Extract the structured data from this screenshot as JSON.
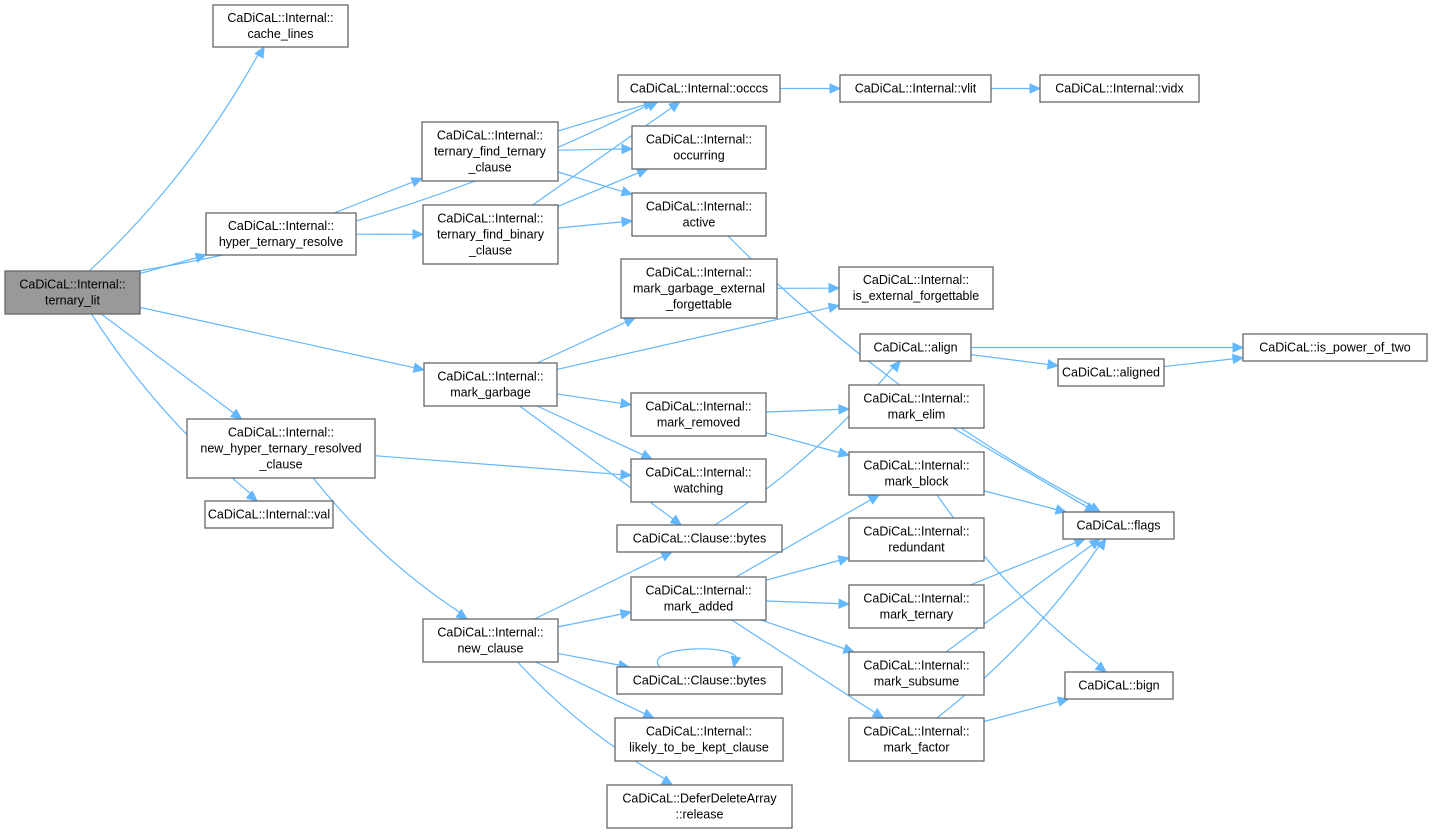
{
  "diagram": {
    "type": "call-graph",
    "colors": {
      "edge": "#63b8ff",
      "root_fill": "#999999",
      "node_border": "#666666",
      "node_fill": "#ffffff"
    },
    "nodes": [
      {
        "id": "ternary_lit",
        "lines": [
          "CaDiCaL::Internal::",
          "ternary_lit"
        ],
        "root": true
      },
      {
        "id": "cache_lines",
        "lines": [
          "CaDiCaL::Internal::",
          "cache_lines"
        ]
      },
      {
        "id": "occs",
        "lines": [
          "CaDiCaL::Internal::occcs"
        ]
      },
      {
        "id": "vlit",
        "lines": [
          "CaDiCaL::Internal::vlit"
        ]
      },
      {
        "id": "vidx",
        "lines": [
          "CaDiCaL::Internal::vidx"
        ]
      },
      {
        "id": "hyper_ternary_resolve",
        "lines": [
          "CaDiCaL::Internal::",
          "hyper_ternary_resolve"
        ]
      },
      {
        "id": "ternary_find_ternary_clause",
        "lines": [
          "CaDiCaL::Internal::",
          "ternary_find_ternary",
          "_clause"
        ]
      },
      {
        "id": "ternary_find_binary_clause",
        "lines": [
          "CaDiCaL::Internal::",
          "ternary_find_binary",
          "_clause"
        ]
      },
      {
        "id": "occurring",
        "lines": [
          "CaDiCaL::Internal::",
          "occurring"
        ]
      },
      {
        "id": "active",
        "lines": [
          "CaDiCaL::Internal::",
          "active"
        ]
      },
      {
        "id": "mark_garbage_external_forgettable",
        "lines": [
          "CaDiCaL::Internal::",
          "mark_garbage_external",
          "_forgettable"
        ]
      },
      {
        "id": "is_external_forgettable",
        "lines": [
          "CaDiCaL::Internal::",
          "is_external_forgettable"
        ]
      },
      {
        "id": "mark_garbage",
        "lines": [
          "CaDiCaL::Internal::",
          "mark_garbage"
        ]
      },
      {
        "id": "align",
        "lines": [
          "CaDiCaL::align"
        ]
      },
      {
        "id": "is_power_of_two",
        "lines": [
          "CaDiCaL::is_power_of_two"
        ]
      },
      {
        "id": "aligned",
        "lines": [
          "CaDiCaL::aligned"
        ]
      },
      {
        "id": "mark_removed",
        "lines": [
          "CaDiCaL::Internal::",
          "mark_removed"
        ]
      },
      {
        "id": "mark_elim",
        "lines": [
          "CaDiCaL::Internal::",
          "mark_elim"
        ]
      },
      {
        "id": "new_hyper_ternary_resolved_clause",
        "lines": [
          "CaDiCaL::Internal::",
          "new_hyper_ternary_resolved",
          "_clause"
        ]
      },
      {
        "id": "watching",
        "lines": [
          "CaDiCaL::Internal::",
          "watching"
        ]
      },
      {
        "id": "mark_block",
        "lines": [
          "CaDiCaL::Internal::",
          "mark_block"
        ]
      },
      {
        "id": "val",
        "lines": [
          "CaDiCaL::Internal::val"
        ]
      },
      {
        "id": "flags",
        "lines": [
          "CaDiCaL::flags"
        ]
      },
      {
        "id": "clause_bytes_1",
        "lines": [
          "CaDiCaL::Clause::bytes"
        ]
      },
      {
        "id": "redundant",
        "lines": [
          "CaDiCaL::Internal::",
          "redundant"
        ]
      },
      {
        "id": "mark_added",
        "lines": [
          "CaDiCaL::Internal::",
          "mark_added"
        ]
      },
      {
        "id": "mark_ternary",
        "lines": [
          "CaDiCaL::Internal::",
          "mark_ternary"
        ]
      },
      {
        "id": "new_clause",
        "lines": [
          "CaDiCaL::Internal::",
          "new_clause"
        ]
      },
      {
        "id": "mark_subsume",
        "lines": [
          "CaDiCaL::Internal::",
          "mark_subsume"
        ]
      },
      {
        "id": "clause_bytes_2",
        "lines": [
          "CaDiCaL::Clause::bytes"
        ]
      },
      {
        "id": "bign",
        "lines": [
          "CaDiCaL::bign"
        ]
      },
      {
        "id": "likely_to_be_kept_clause",
        "lines": [
          "CaDiCaL::Internal::",
          "likely_to_be_kept_clause"
        ]
      },
      {
        "id": "mark_factor",
        "lines": [
          "CaDiCaL::Internal::",
          "mark_factor"
        ]
      },
      {
        "id": "release",
        "lines": [
          "CaDiCaL::DeferDeleteArray",
          "::release"
        ]
      }
    ],
    "edges": [
      [
        "ternary_lit",
        "cache_lines"
      ],
      [
        "ternary_lit",
        "occs"
      ],
      [
        "ternary_lit",
        "hyper_ternary_resolve"
      ],
      [
        "ternary_lit",
        "mark_garbage"
      ],
      [
        "ternary_lit",
        "new_hyper_ternary_resolved_clause"
      ],
      [
        "ternary_lit",
        "val"
      ],
      [
        "occs",
        "vlit"
      ],
      [
        "vlit",
        "vidx"
      ],
      [
        "hyper_ternary_resolve",
        "ternary_find_ternary_clause"
      ],
      [
        "hyper_ternary_resolve",
        "ternary_find_binary_clause"
      ],
      [
        "ternary_find_ternary_clause",
        "occs"
      ],
      [
        "ternary_find_ternary_clause",
        "occurring"
      ],
      [
        "ternary_find_ternary_clause",
        "active"
      ],
      [
        "ternary_find_binary_clause",
        "occs"
      ],
      [
        "ternary_find_binary_clause",
        "occurring"
      ],
      [
        "ternary_find_binary_clause",
        "active"
      ],
      [
        "active",
        "flags"
      ],
      [
        "mark_garbage",
        "mark_garbage_external_forgettable"
      ],
      [
        "mark_garbage",
        "is_external_forgettable"
      ],
      [
        "mark_garbage",
        "mark_removed"
      ],
      [
        "mark_garbage",
        "watching"
      ],
      [
        "mark_garbage",
        "clause_bytes_1"
      ],
      [
        "mark_garbage_external_forgettable",
        "is_external_forgettable"
      ],
      [
        "align",
        "is_power_of_two"
      ],
      [
        "align",
        "aligned"
      ],
      [
        "aligned",
        "is_power_of_two"
      ],
      [
        "mark_removed",
        "mark_elim"
      ],
      [
        "mark_removed",
        "mark_block"
      ],
      [
        "mark_elim",
        "flags"
      ],
      [
        "mark_block",
        "flags"
      ],
      [
        "mark_block",
        "bign"
      ],
      [
        "new_hyper_ternary_resolved_clause",
        "watching"
      ],
      [
        "new_hyper_ternary_resolved_clause",
        "new_clause"
      ],
      [
        "clause_bytes_1",
        "align"
      ],
      [
        "new_clause",
        "clause_bytes_1"
      ],
      [
        "new_clause",
        "mark_added"
      ],
      [
        "new_clause",
        "clause_bytes_2"
      ],
      [
        "new_clause",
        "likely_to_be_kept_clause"
      ],
      [
        "new_clause",
        "release"
      ],
      [
        "clause_bytes_2",
        "clause_bytes_2"
      ],
      [
        "mark_added",
        "mark_block"
      ],
      [
        "mark_added",
        "redundant"
      ],
      [
        "mark_added",
        "mark_ternary"
      ],
      [
        "mark_added",
        "mark_subsume"
      ],
      [
        "mark_added",
        "mark_factor"
      ],
      [
        "mark_ternary",
        "flags"
      ],
      [
        "mark_subsume",
        "flags"
      ],
      [
        "mark_factor",
        "flags"
      ],
      [
        "mark_factor",
        "bign"
      ]
    ]
  }
}
